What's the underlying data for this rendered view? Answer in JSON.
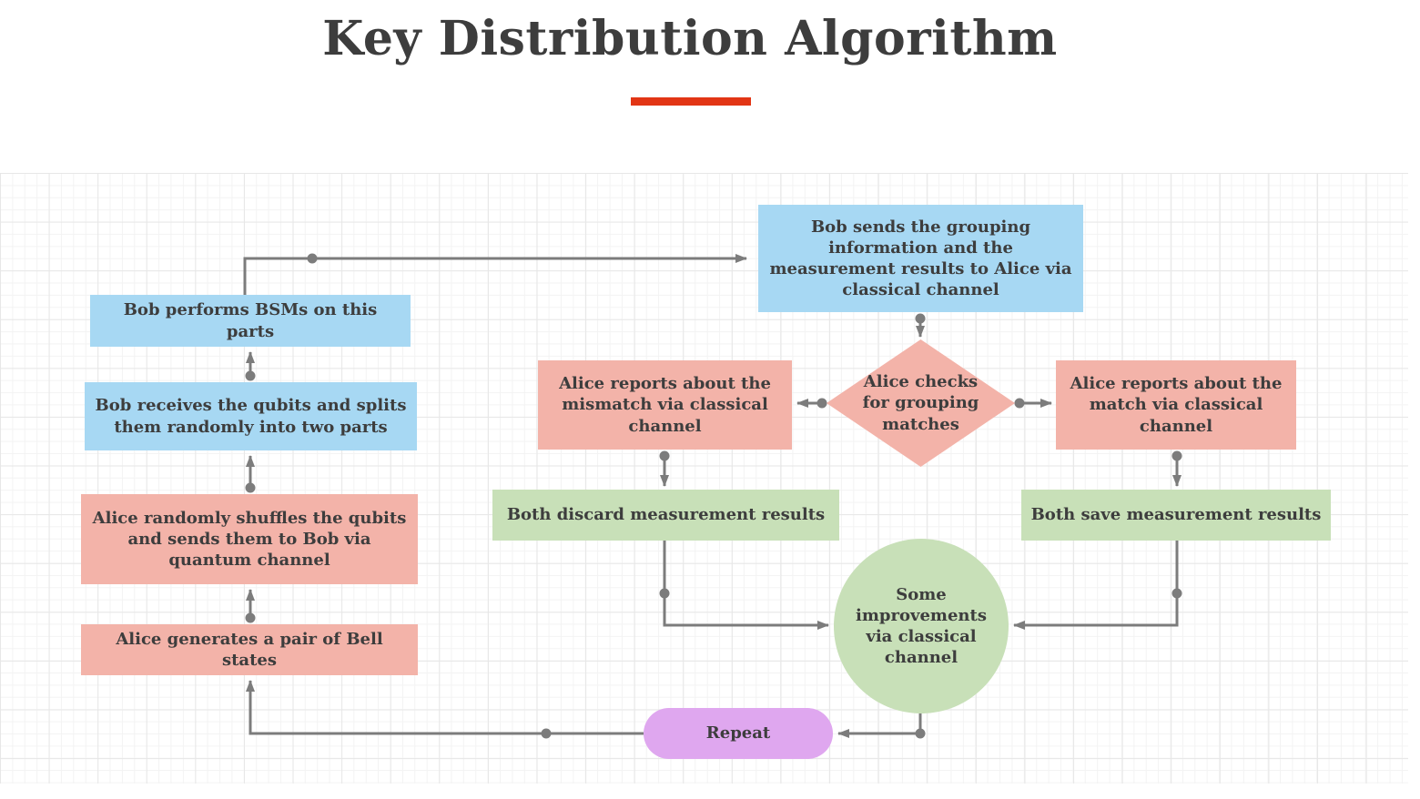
{
  "title": "Key Distribution Algorithm",
  "colors": {
    "blue": "#a7d8f3",
    "salmon": "#f3b3a9",
    "green": "#c8e0b8",
    "purple": "#dfa7ef",
    "accent_red": "#e23515",
    "arrow": "#7c7c7c",
    "text": "#3d3d3d"
  },
  "nodes": {
    "bob_sends": {
      "label": "Bob sends the grouping information and the measurement results to Alice via classical channel",
      "shape": "rect",
      "color": "blue"
    },
    "bob_bsm": {
      "label": "Bob performs BSMs on this parts",
      "shape": "rect",
      "color": "blue"
    },
    "bob_receives": {
      "label": "Bob receives the qubits and splits them randomly into two parts",
      "shape": "rect",
      "color": "blue"
    },
    "alice_shuffles": {
      "label": "Alice randomly shuffles the qubits and sends them to Bob via quantum channel",
      "shape": "rect",
      "color": "salmon"
    },
    "alice_generates": {
      "label": "Alice generates a pair of Bell states",
      "shape": "rect",
      "color": "salmon"
    },
    "mismatch_report": {
      "label": "Alice reports about the mismatch via classical channel",
      "shape": "rect",
      "color": "salmon"
    },
    "grouping_check": {
      "label": "Alice checks for grouping matches",
      "shape": "diamond",
      "color": "salmon"
    },
    "match_report": {
      "label": "Alice reports about the match via classical channel",
      "shape": "rect",
      "color": "salmon"
    },
    "discard_results": {
      "label": "Both discard measurement results",
      "shape": "rect",
      "color": "green"
    },
    "save_results": {
      "label": "Both save measurement results",
      "shape": "rect",
      "color": "green"
    },
    "improvements": {
      "label": "Some improvements via classical channel",
      "shape": "circle",
      "color": "green"
    },
    "repeat": {
      "label": "Repeat",
      "shape": "pill",
      "color": "purple"
    }
  }
}
